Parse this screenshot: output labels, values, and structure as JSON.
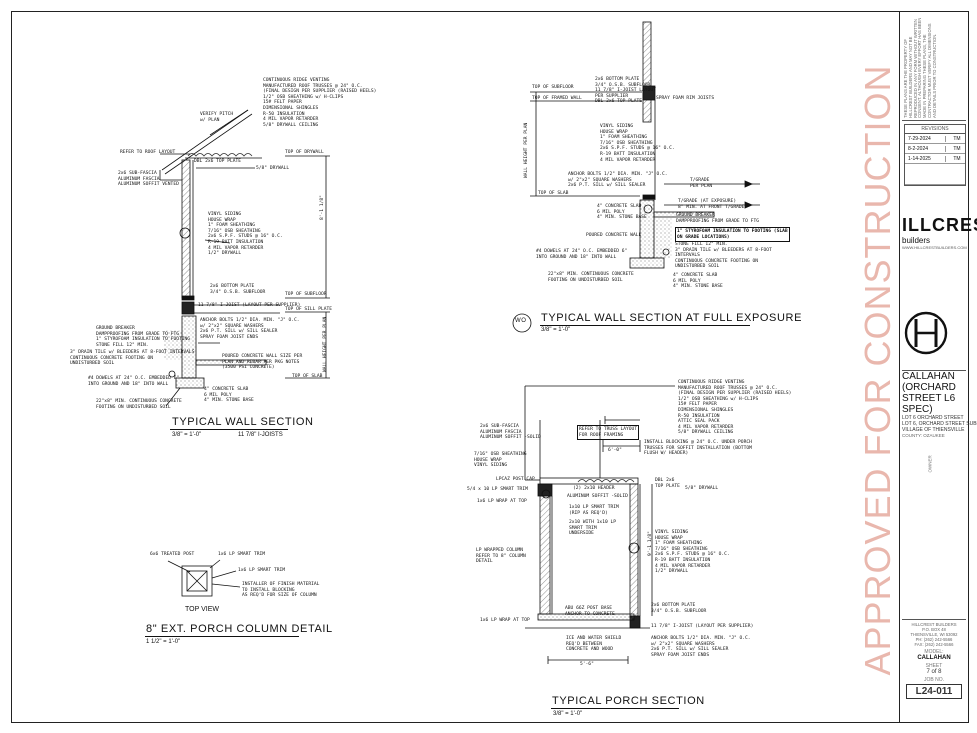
{
  "stamp": "APPROVED FOR CONSTRUCTION",
  "views": {
    "wall": {
      "title": "TYPICAL WALL SECTION",
      "scale": "3/8\" = 1'-0\"",
      "joists": "11 7/8\" I-JOISTS",
      "notes": {
        "roof": "CONTINUOUS RIDGE VENTING\nMANUFACTURED ROOF TRUSSES @ 24\" O.C.\n(FINAL DESIGN PER SUPPLIER (RAISED HEELS)\n1/2\" OSB SHEATHING w/ H-CLIPS\n15# FELT PAPER\nDIMENSIONAL SHINGLES\nR-50 INSULATION\n4 MIL VAPOR RETARDER\n5/8\" DRYWALL CEILING",
        "pitch": "VERIFY PITCH\nw/ PLAN",
        "roof_layout": "REFER TO ROOF LAYOUT",
        "dbl_top": "DBL 2x6 TOP PLATE",
        "drywall": "5/8\" DRYWALL",
        "top_of_drywall": "TOP OF DRYWALL",
        "fascia": "2x6 SUB-FASCIA\nALUMINUM FASCIA\nALUMINUM SOFFIT VENTED",
        "wall": "VINYL SIDING\nHOUSE WRAP\n1\" FOAM SHEATHING\n7/16\" OSB SHEATHING\n2x6 S.P.F. STUDS @ 16\" O.C.\nR-19 BATT INSULATION\n4 MIL VAPOR RETARDER\n1/2\" DRYWALL",
        "ht": "8'-1 1/8\"",
        "bottom_plate": "2x6 BOTTOM PLATE\n3/4\" O.S.B. SUBFLOOR",
        "top_subfloor": "TOP OF SUBFLOOR",
        "ijoist": "11 7/8\" I-JOIST (LAYOUT PER SUPPLIER)",
        "top_sill": "TOP OF SILL PLATE",
        "anchor": "ANCHOR BOLTS 1/2\" DIA. MIN. \"J\" O.C.\nw/ 2\"x2\" SQUARE WASHERS\n2x6 P.T. SILL w/ SILL SEALER\nSPRAY FOAM JOIST ENDS",
        "ground": "GROUND BREAKER\nDAMPPROOFING FROM GRADE TO FTG\n1\" STYROFOAM INSULATION TO FOOTING\nSTONE FILL 12\" MIN.",
        "drain": "3\" DRAIN TILE w/ BLEEDERS AT 8-FOOT INTERVALS\nCONTINUOUS CONCRETE FOOTING ON\nUNDISTURBED SOIL",
        "poured": "POURED CONCRETE WALL SIZE PER\nPLAN AND REBAR PER PKG NOTES\n(3500 PSI CONCRETE)",
        "dowels": "#4 DOWELS AT 24\" O.C. EMBEDDED 6\"\nINTO GROUND AND 18\" INTO WALL",
        "footing": "22\"x8\" MIN. CONTINUOUS CONCRETE\nFOOTING ON UNDISTURBED SOIL",
        "slab": "4\" CONCRETE SLAB\n6 MIL POLY\n4\" MIN. STONE BASE",
        "wall_ht": "WALL HEIGHT PER PLAN",
        "top_slab": "TOP OF SLAB"
      }
    },
    "full": {
      "title": "TYPICAL WALL SECTION AT FULL EXPOSURE",
      "tag": "WO",
      "scale": "3/8\" = 1'-0\"",
      "notes": {
        "top": "2x6 BOTTOM PLATE\n3/4\" O.S.B. SUBFLOOR\n11 7/8\" I-JOIST LAYOUT\nPER SUPPLIER\nDBL 2x6 TOP PLATE",
        "top_subfloor": "TOP OF SUBFLOOR",
        "top_framed": "TOP OF FRAMED WALL",
        "spray": "SPRAY FOAM RIM JOISTS",
        "wall": "VINYL SIDING\nHOUSE WRAP\n1\" FOAM SHEATHING\n7/16\" OSB SHEATHING\n2x6 S.P.F. STUDS @ 16\" O.C.\nR-19 BATT INSULATION\n4 MIL VAPOR RETARDER",
        "anchor": "ANCHOR BOLTS 1/2\" DIA. MIN. \"J\" O.C.\nw/ 2\"x2\" SQUARE WASHERS\n2x6 P.T. SILL w/ SILL SEALER",
        "top_slab": "TOP OF SLAB",
        "wall_ht": "WALL HEIGHT PER PLAN",
        "tograde": "T/GRADE\nPER PLAN",
        "tograde2": "T/GRADE (AT EXPOSURE)\n8\" MIN. AT FRONT T/GRADE",
        "slab": "4\" CONCRETE SLAB\n6 MIL POLY\n4\" MIN. STONE BASE",
        "ground": "GROUND BREAKER\nDAMPPROOFING FROM GRADE TO FTG",
        "styro": "1\" STYROFOAM INSULATION TO FOOTING (SLAB\nON GRADE LOCATIONS)",
        "poured": "POURED CONCRETE WALL",
        "stone": "STONE FILL 12\" MIN.\n3\" DRAIN TILE w/ BLEEDERS AT 8-FOOT\nINTERVALS\nCONTINUOUS CONCRETE FOOTING ON\nUNDISTURBED SOIL",
        "dowels": "#4 DOWELS AT 24\" O.C. EMBEDDED 6\"\nINTO GROUND AND 18\" INTO WALL",
        "footing": "22\"x8\" MIN. CONTINUOUS CONCRETE\nFOOTING ON UNDISTURBED SOIL",
        "slab2": "4\" CONCRETE SLAB\n6 MIL POLY\n4\" MIN. STONE BASE"
      }
    },
    "column": {
      "title": "8\" EXT. PORCH COLUMN DETAIL",
      "scale": "1 1/2\" = 1'-0\"",
      "topview": "TOP VIEW",
      "notes": {
        "post": "6x6 TREATED POST",
        "trim1": "1x6 LP SMART TRIM",
        "trim2": "1x6 LP SMART TRIM",
        "installer": "INSTALLER OF FINISH MATERIAL\nTO INSTALL BLOCKING\nAS REQ'D FOR SIZE OF COLUMN"
      }
    },
    "porch": {
      "title": "TYPICAL PORCH SECTION",
      "scale": "3/8\" = 1'-0\"",
      "notes": {
        "roof": "CONTINUOUS RIDGE VENTING\nMANUFACTURED ROOF TRUSSES @ 24\" O.C.\n(FINAL DESIGN PER SUPPLIER (RAISED HEELS)\n1/2\" OSB SHEATHING w/ H-CLIPS\n15# FELT PAPER\nDIMENSIONAL SHINGLES\nR-50 INSULATION\nATTIC SEAL PACK\n4 MIL VAPOR RETARDER\n5/8\" DRYWALL CEILING",
        "fascia": "2x6 SUB-FASCIA\nALUMINUM FASCIA\nALUMINUM SOFFIT -SOLID",
        "refer": "REFER TO TRUSS LAYOUT\nFOR ROOF FRAMING",
        "sheath": "7/16\" OSB SHEATHING\nHOUSE WRAP\nVINYL SIDING",
        "blocking": "INSTALL BLOCKING @ 24\" O.C. UNDER PORCH\nTRUSSES FOR SOFFIT INSTALLATION (BOTTOM\nFLUSH W/ HEADER)",
        "dbl_top": "DBL 2x6\nTOP PLATE",
        "drywall": "5/8\" DRYWALL",
        "span": "6'-0\"",
        "header": "(2) 2x10 HEADER",
        "post_cap": "LPCAZ POST CAP",
        "trim": "5/4 x 10 LP SMART TRIM",
        "wrap": "1x6 LP WRAP AT TOP",
        "soffit": "ALUMINUM SOFFIT -SOLID",
        "lp_trim": "1x10 LP SMART TRIM\n(RIP AS REQ'D)",
        "underside": "2x10 WITH 1x10 LP\nSMART TRIM\nUNDERSIDE",
        "wall": "VINYL SIDING\nHOUSE WRAP\n1\" FOAM SHEATHING\n7/16\" OSB SHEATHING\n2x6 S.P.F. STUDS @ 16\" O.C.\nR-19 BATT INSULATION\n4 MIL VAPOR RETARDER\n1/2\" DRYWALL",
        "ht": "9'-1 1/8\"",
        "column": "LP WRAPPED COLUMN\nREFER TO 8\" COLUMN\nDETAIL",
        "post_base": "ABU 66Z POST BASE\nANCHOR TO CONCRETE",
        "wrap_bottom": "1x6 LP WRAP AT TOP",
        "ice": "ICE AND WATER SHIELD\nREQ'D BETWEEN\nCONCRETE AND WOOD",
        "bottom_plate": "2x6 BOTTOM PLATE\n3/4\" O.S.B. SUBFLOOR",
        "ijoist": "11 7/8\" I-JOIST (LAYOUT PER SUPPLIER)",
        "anchor": "ANCHOR BOLTS 1/2\" DIA. MIN. \"J\" O.C.\nw/ 2\"x2\" SQUARE WASHERS\n2x6 P.T. SILL w/ SILL SEALER\nSPRAY FOAM JOIST ENDS",
        "dim": "5'-6\""
      }
    }
  },
  "titleblock": {
    "disclaimer": "THESE PLANS ARE THE PROPERTY OF HILLCREST BUILDERS AND MAY NOT BE REPRODUCED IN ANY FORM WITHOUT WRITTEN CONSENT. ALTHOUGH EVERY EFFORT HAS BEEN MADE IN PREPARING THESE PLANS, THE CONTRACTOR MUST VERIFY ALL DIMENSIONS AND DETAILS PRIOR TO CONSTRUCTION.",
    "revisions_label": "REVISIONS",
    "revisions": [
      {
        "date": "7-29-2024",
        "by": "TM"
      },
      {
        "date": "8-2-2024",
        "by": "TM"
      },
      {
        "date": "1-14-2025",
        "by": "TM"
      }
    ],
    "logo_main": "ILLCREST",
    "logo_sub": "builders",
    "logo_url": "WWW.HILLCRESTBUILDERS.COM",
    "project_name": "CALLAHAN (ORCHARD STREET L6 SPEC)",
    "project_address": "LOT 6 ORCHARD STREET\nLOT 6, ORCHARD STREET SUBDIVISION\nVILLAGE OF THIENSVILLE",
    "county": "COUNTY: OZAUKEE",
    "owner_label": "OWNER",
    "firm_info": "HILLCREST BUILDERS\nP.O. BOX 48\nTHIENSVILLE, WI 53092\nPH: (262) 242-5566\nFAX: (262) 242-5566",
    "model_label": "MODEL:",
    "model": "CALLAHAN",
    "sheet_label": "SHEET",
    "sheet": "7 of 8",
    "job_label": "JOB NO.",
    "job_no": "L24-011"
  }
}
